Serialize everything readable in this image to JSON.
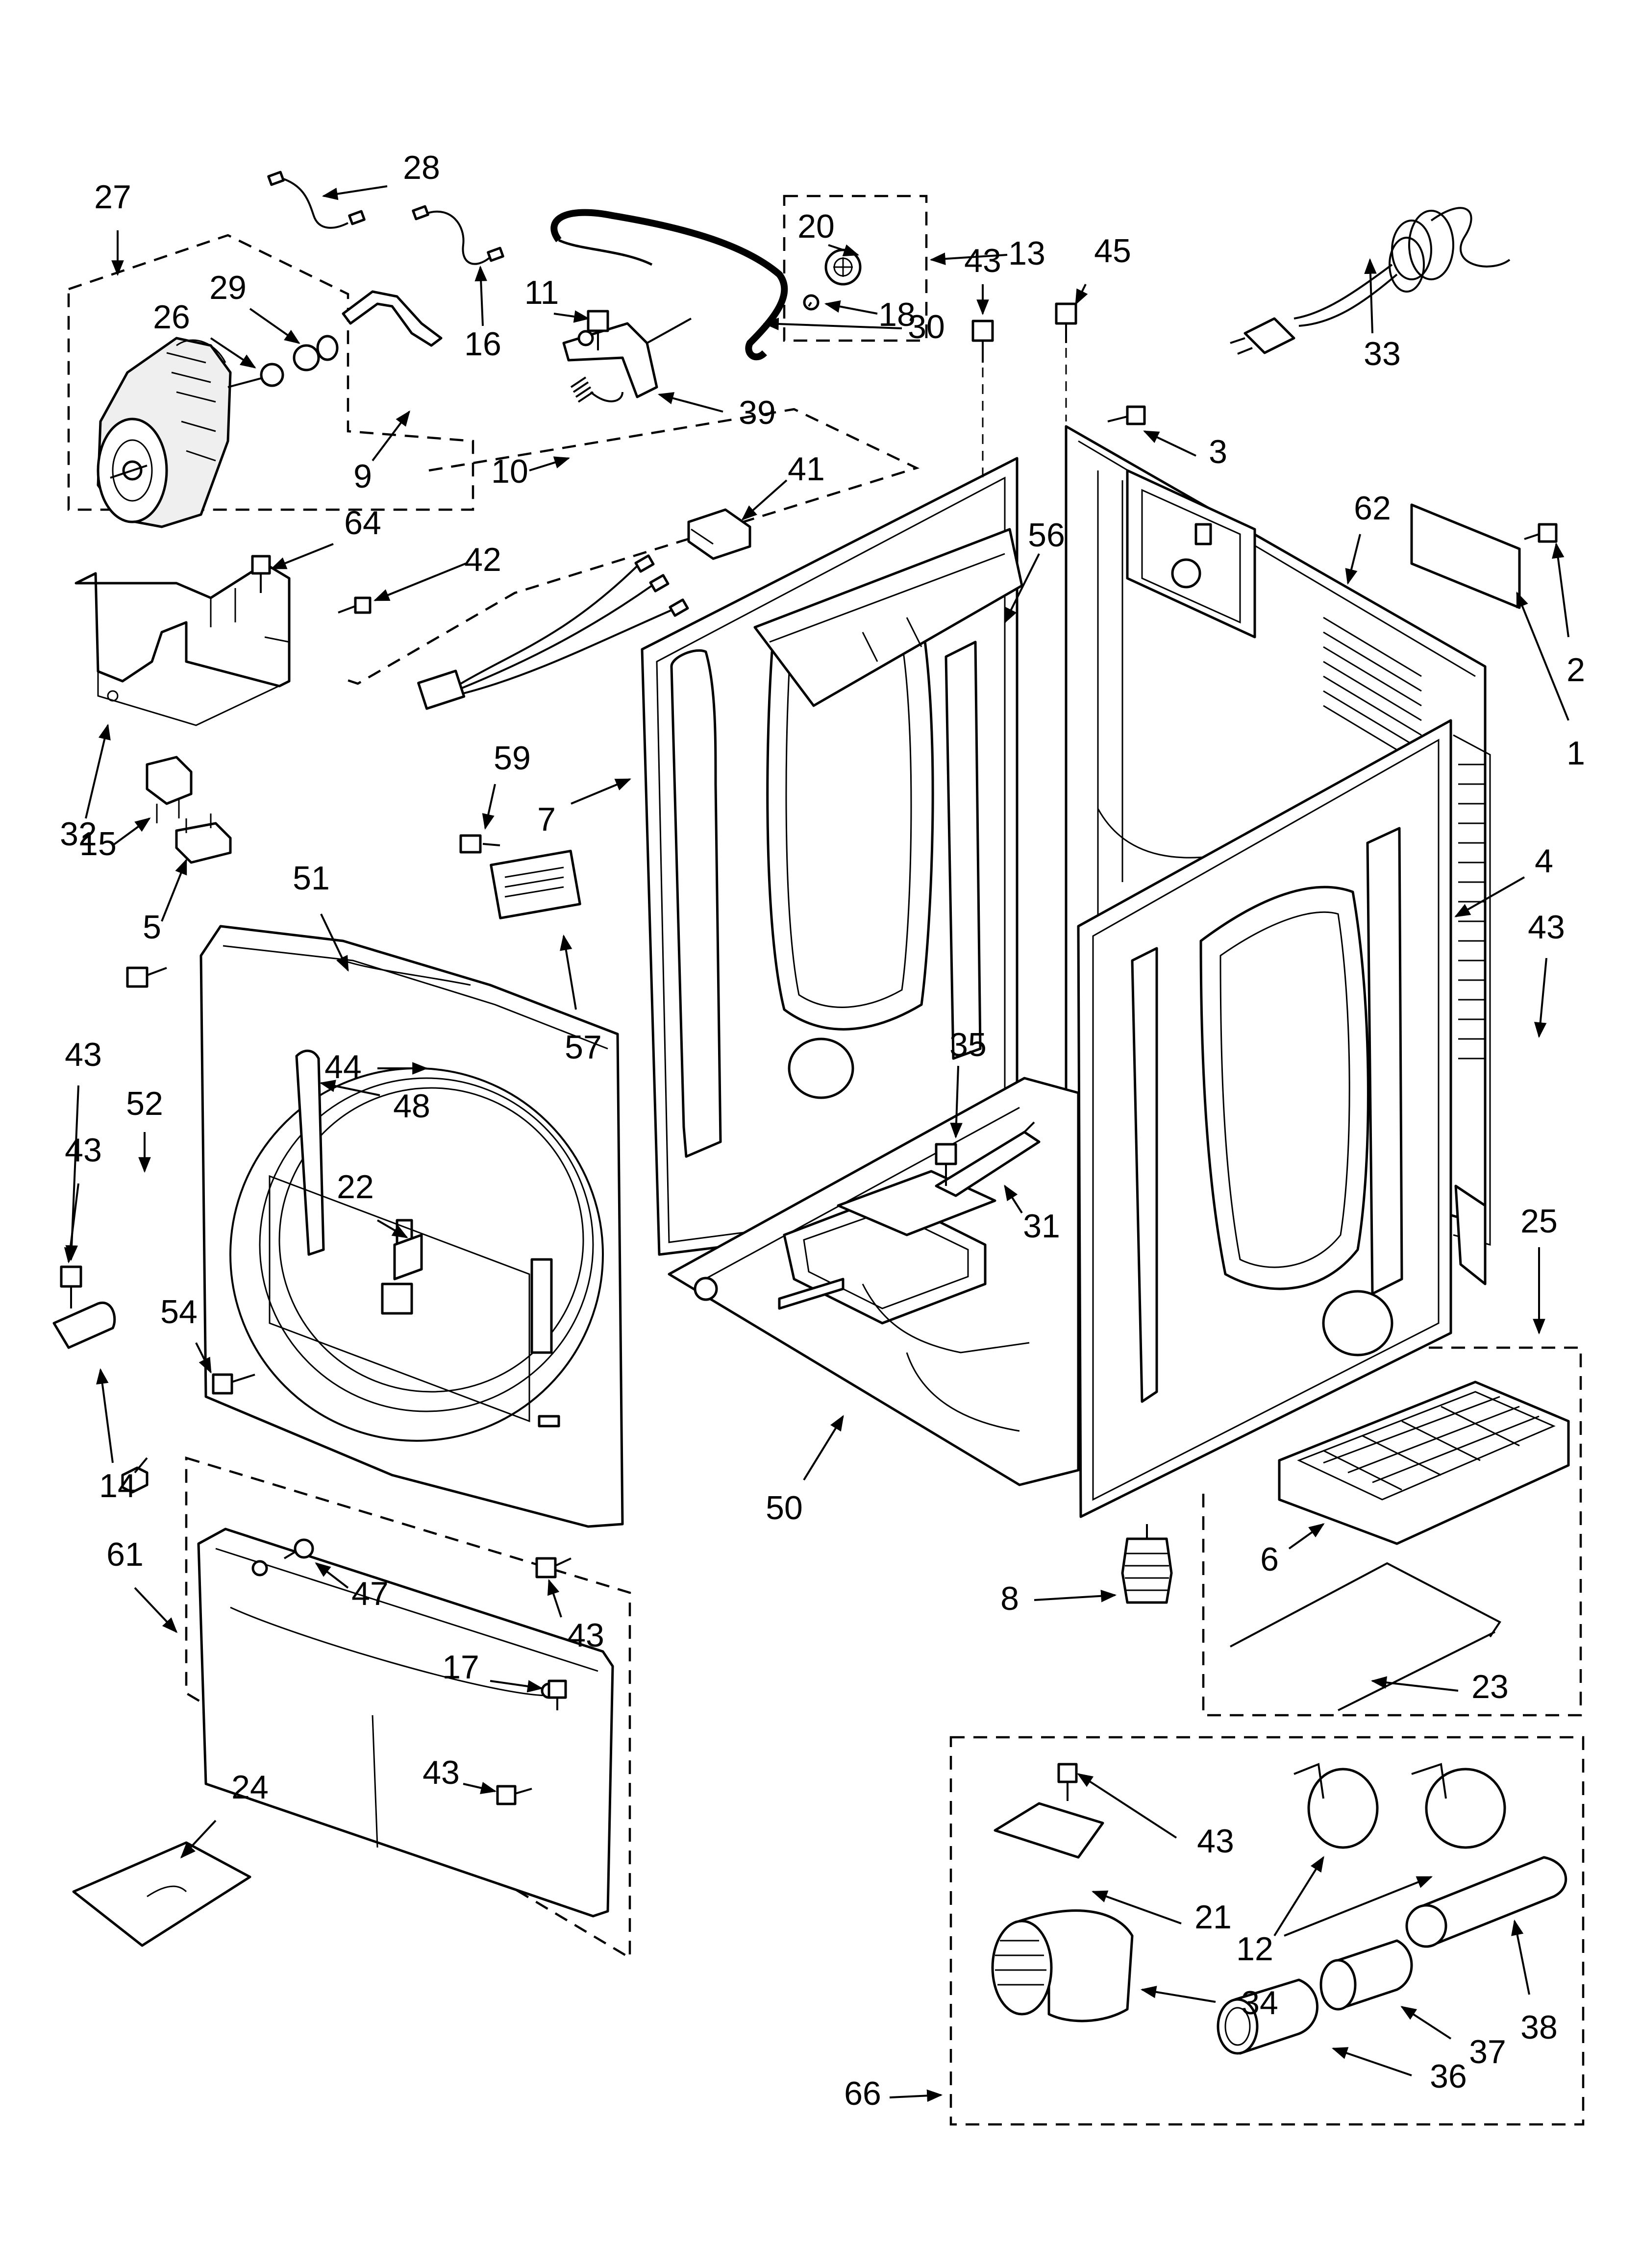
{
  "diagram": {
    "labels": [
      "1",
      "2",
      "3",
      "4",
      "5",
      "6",
      "7",
      "8",
      "9",
      "10",
      "11",
      "12",
      "13",
      "14",
      "15",
      "16",
      "17",
      "18",
      "20",
      "21",
      "22",
      "23",
      "24",
      "25",
      "26",
      "27",
      "28",
      "29",
      "30",
      "31",
      "32",
      "33",
      "34",
      "35",
      "36",
      "37",
      "38",
      "39",
      "41",
      "42",
      "43",
      "44",
      "45",
      "47",
      "48",
      "50",
      "51",
      "52",
      "54",
      "56",
      "57",
      "59",
      "61",
      "62",
      "64",
      "66"
    ]
  }
}
